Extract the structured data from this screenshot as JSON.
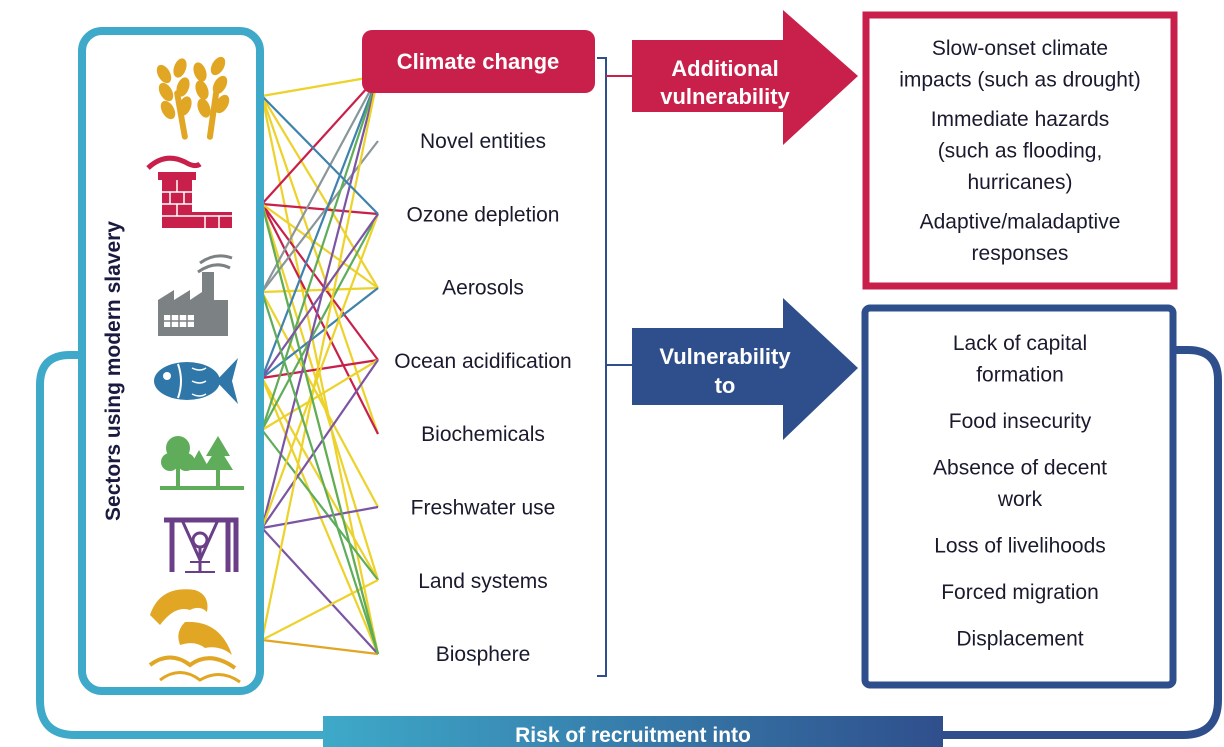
{
  "sector_label": "Sectors using modern slavery",
  "sectors": [
    {
      "icon": "wheat-icon"
    },
    {
      "icon": "brick-kiln-icon"
    },
    {
      "icon": "factory-icon"
    },
    {
      "icon": "fish-icon"
    },
    {
      "icon": "trees-icon"
    },
    {
      "icon": "mine-shaft-icon"
    },
    {
      "icon": "pangolin-icon"
    }
  ],
  "boundaries": {
    "climate_change": "Climate change",
    "items": [
      "Novel entities",
      "Ozone depletion",
      "Aerosols",
      "Ocean acidification",
      "Biochemicals",
      "Freshwater use",
      "Land systems",
      "Biosphere"
    ]
  },
  "arrows": {
    "additional_line1": "Additional",
    "additional_line2": "vulnerability",
    "vulnerability_line1": "Vulnerability",
    "vulnerability_line2": "to"
  },
  "additional_box": {
    "items": [
      [
        "Slow-onset climate",
        "impacts (such as drought)"
      ],
      [
        "Immediate hazards",
        "(such as flooding,",
        "hurricanes)"
      ],
      [
        "Adaptive/maladaptive",
        "responses"
      ]
    ]
  },
  "vulnerability_box": {
    "items": [
      [
        "Lack of capital",
        "formation"
      ],
      [
        "Food insecurity"
      ],
      [
        "Absence of decent",
        "work"
      ],
      [
        "Loss of livelihoods"
      ],
      [
        "Forced migration"
      ],
      [
        "Displacement"
      ]
    ]
  },
  "footer": "Risk of recruitment into",
  "colors": {
    "teal": "#3ea9c9",
    "red": "#c8204a",
    "navy": "#2f4f8c",
    "gold": "#e1a623",
    "gray": "#7c8183",
    "line_yellow": "#ecd22a",
    "line_red": "#c8204a",
    "line_gray": "#8a9699",
    "line_blue": "#3f82ad",
    "line_green": "#5fad5a",
    "line_purple": "#7b55a3",
    "line_orange": "#e1a623"
  }
}
